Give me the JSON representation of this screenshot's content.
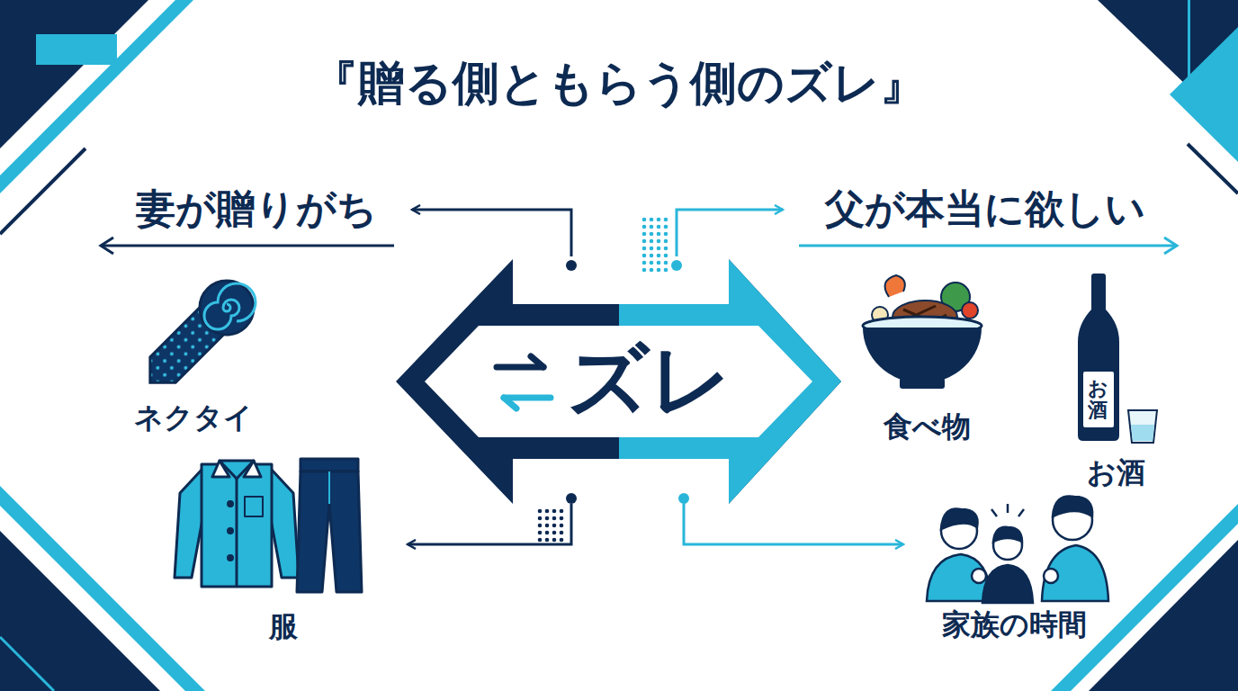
{
  "diagram": {
    "title": "『贈る側ともらう側のズレ』",
    "nodes": [
      {
        "text": [
          "妻が贈りがち"
        ]
      },
      {
        "text": [
          "父が本当に欲しい"
        ]
      },
      {
        "text": [
          "ネクタイ"
        ]
      },
      {
        "text": [
          "ズレ"
        ]
      },
      {
        "text": [
          "食べ物"
        ]
      },
      {
        "text": [
          "お酒"
        ]
      },
      {
        "text": [
          "服"
        ]
      },
      {
        "text": [
          "家族の時間"
        ]
      }
    ],
    "edges": [
      {
        "from": 3,
        "to": 0,
        "arrow": "to"
      },
      {
        "from": 3,
        "to": 1,
        "arrow": "to"
      },
      {
        "from": 3,
        "to": 6,
        "arrow": "to"
      },
      {
        "from": 3,
        "to": 7,
        "arrow": "to"
      }
    ],
    "labels": [
      "お酒"
    ]
  }
}
